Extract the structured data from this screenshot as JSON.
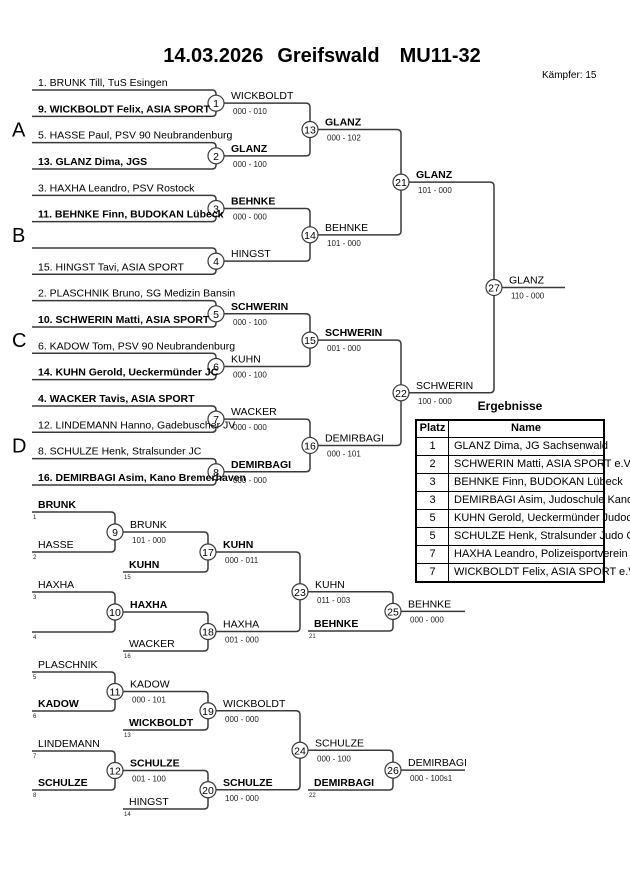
{
  "header": {
    "date": "14.03.2026",
    "location": "Greifswald",
    "category": "MU11-32",
    "fighter_count": "Kämpfer: 15"
  },
  "main_bracket": {
    "pools": [
      "A",
      "B",
      "C",
      "D"
    ],
    "entries": [
      {
        "name": "1. BRUNK Till, TuS Esingen",
        "advanced": false
      },
      {
        "name": "9. WICKBOLDT Felix, ASIA SPORT",
        "advanced": true
      },
      {
        "name": "5. HASSE Paul, PSV 90 Neubrandenburg",
        "advanced": false
      },
      {
        "name": "13. GLANZ Dima, JGS",
        "advanced": true
      },
      {
        "name": "3. HAXHA Leandro, PSV Rostock",
        "advanced": false
      },
      {
        "name": "11. BEHNKE Finn, BUDOKAN Lübeck",
        "advanced": true
      },
      {
        "name": "",
        "advanced": false
      },
      {
        "name": "15. HINGST Tavi, ASIA SPORT",
        "advanced": false
      },
      {
        "name": "2. PLASCHNIK Bruno, SG Medizin Bansin",
        "advanced": false
      },
      {
        "name": "10. SCHWERIN Matti, ASIA SPORT",
        "advanced": true
      },
      {
        "name": "6. KADOW Tom, PSV 90 Neubrandenburg",
        "advanced": false
      },
      {
        "name": "14. KUHN Gerold, Ueckermünder JC",
        "advanced": true
      },
      {
        "name": "4. WACKER Tavis, ASIA SPORT",
        "advanced": true
      },
      {
        "name": "12. LINDEMANN Hanno, Gadebuscher JV",
        "advanced": false
      },
      {
        "name": "8. SCHULZE Henk, Stralsunder JC",
        "advanced": false
      },
      {
        "name": "16. DEMIRBAGI Asim, Kano Bremerhaven",
        "advanced": true
      }
    ],
    "matches": [
      {
        "no": "1",
        "winner": "WICKBOLDT",
        "score": "000 - 010",
        "advanced": false
      },
      {
        "no": "2",
        "winner": "GLANZ",
        "score": "000 - 100",
        "advanced": true
      },
      {
        "no": "3",
        "winner": "BEHNKE",
        "score": "000 - 000",
        "advanced": true
      },
      {
        "no": "4",
        "winner": "HINGST",
        "score": "",
        "advanced": false
      },
      {
        "no": "5",
        "winner": "SCHWERIN",
        "score": "000 - 100",
        "advanced": true
      },
      {
        "no": "6",
        "winner": "KUHN",
        "score": "000 - 100",
        "advanced": false
      },
      {
        "no": "7",
        "winner": "WACKER",
        "score": "000 - 000",
        "advanced": false
      },
      {
        "no": "8",
        "winner": "DEMIRBAGI",
        "score": "000 - 000",
        "advanced": true
      },
      {
        "no": "13",
        "winner": "GLANZ",
        "score": "000 - 102",
        "advanced": true
      },
      {
        "no": "14",
        "winner": "BEHNKE",
        "score": "101 - 000",
        "advanced": false
      },
      {
        "no": "15",
        "winner": "SCHWERIN",
        "score": "001 - 000",
        "advanced": true
      },
      {
        "no": "16",
        "winner": "DEMIRBAGI",
        "score": "000 - 101",
        "advanced": false
      },
      {
        "no": "21",
        "winner": "GLANZ",
        "score": "101 - 000",
        "advanced": true
      },
      {
        "no": "22",
        "winner": "SCHWERIN",
        "score": "100 - 000",
        "advanced": false
      },
      {
        "no": "27",
        "winner": "GLANZ",
        "score": "110 - 000",
        "advanced": false
      }
    ]
  },
  "repechage": {
    "entries": [
      {
        "name": "BRUNK",
        "ref": "1",
        "advanced": true
      },
      {
        "name": "HASSE",
        "ref": "2",
        "advanced": false
      },
      {
        "name": "KUHN",
        "ref": "15",
        "advanced": true
      },
      {
        "name": "HAXHA",
        "ref": "3",
        "advanced": false
      },
      {
        "name": "",
        "ref": "4",
        "advanced": false
      },
      {
        "name": "WACKER",
        "ref": "16",
        "advanced": false
      },
      {
        "name": "BEHNKE",
        "ref": "21",
        "advanced": true
      },
      {
        "name": "PLASCHNIK",
        "ref": "5",
        "advanced": false
      },
      {
        "name": "KADOW",
        "ref": "6",
        "advanced": true
      },
      {
        "name": "WICKBOLDT",
        "ref": "13",
        "advanced": true
      },
      {
        "name": "LINDEMANN",
        "ref": "7",
        "advanced": false
      },
      {
        "name": "SCHULZE",
        "ref": "8",
        "advanced": true
      },
      {
        "name": "HINGST",
        "ref": "14",
        "advanced": false
      },
      {
        "name": "DEMIRBAGI",
        "ref": "22",
        "advanced": true
      }
    ],
    "matches": [
      {
        "no": "9",
        "winner": "BRUNK",
        "score": "101 - 000",
        "advanced": false
      },
      {
        "no": "10",
        "winner": "HAXHA",
        "score": "",
        "advanced": true
      },
      {
        "no": "11",
        "winner": "KADOW",
        "score": "000 - 101",
        "advanced": false
      },
      {
        "no": "12",
        "winner": "SCHULZE",
        "score": "001 - 100",
        "advanced": true
      },
      {
        "no": "17",
        "winner": "KUHN",
        "score": "000 - 011",
        "advanced": true
      },
      {
        "no": "18",
        "winner": "HAXHA",
        "score": "001 - 000",
        "advanced": false
      },
      {
        "no": "19",
        "winner": "WICKBOLDT",
        "score": "000 - 000",
        "advanced": false
      },
      {
        "no": "20",
        "winner": "SCHULZE",
        "score": "100 - 000",
        "advanced": true
      },
      {
        "no": "23",
        "winner": "KUHN",
        "score": "011 - 003",
        "advanced": false
      },
      {
        "no": "24",
        "winner": "SCHULZE",
        "score": "000 - 100",
        "advanced": false
      },
      {
        "no": "25",
        "winner": "BEHNKE",
        "score": "000 - 000",
        "advanced": false
      },
      {
        "no": "26",
        "winner": "DEMIRBAGI",
        "score": "000 - 100s1",
        "advanced": false
      }
    ]
  },
  "results": {
    "title": "Ergebnisse",
    "columns": {
      "place": "Platz",
      "name": "Name"
    },
    "rows": [
      {
        "place": "1",
        "name": "GLANZ Dima, JG Sachsenwald"
      },
      {
        "place": "2",
        "name": "SCHWERIN Matti, ASIA SPORT e.V."
      },
      {
        "place": "3",
        "name": "BEHNKE Finn, BUDOKAN Lübeck"
      },
      {
        "place": "3",
        "name": "DEMIRBAGI Asim, Judoschule Kano"
      },
      {
        "place": "5",
        "name": "KUHN Gerold, Ueckermünder Judoc"
      },
      {
        "place": "5",
        "name": "SCHULZE Henk, Stralsunder Judo C"
      },
      {
        "place": "7",
        "name": "HAXHA Leandro, Polizeisportverein"
      },
      {
        "place": "7",
        "name": "WICKBOLDT Felix, ASIA SPORT e.V."
      }
    ]
  }
}
